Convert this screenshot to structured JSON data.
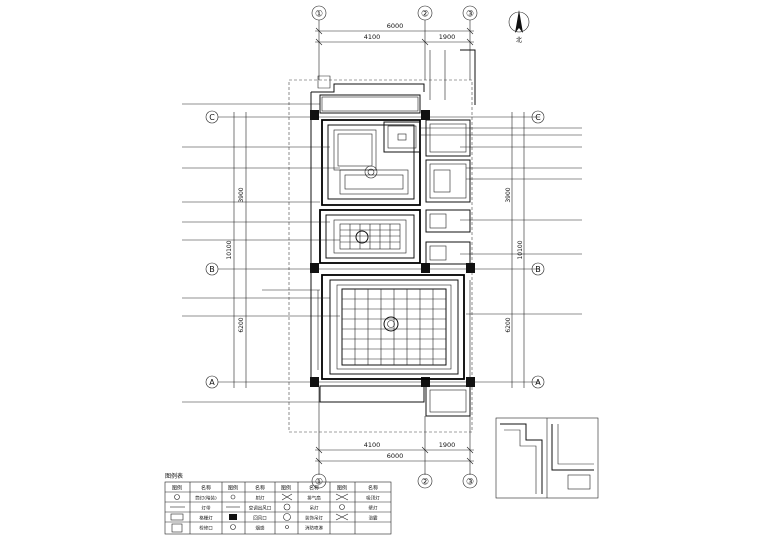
{
  "grid": {
    "axes_top": [
      "①",
      "②",
      "③"
    ],
    "axes_bottom": [
      "①",
      "②",
      "③"
    ],
    "rows_left": [
      "C",
      "B",
      "A"
    ],
    "rows_right": [
      "C",
      "B",
      "A"
    ]
  },
  "dimensions": {
    "top_total": "6000",
    "top_left": "4100",
    "top_right": "1900",
    "bottom_total": "6000",
    "bottom_left": "4100",
    "bottom_right": "1900",
    "left_upper": "3900",
    "left_total": "10100",
    "left_lower": "6200",
    "right_upper": "3900",
    "right_total": "10100",
    "right_lower": "6200"
  },
  "north": "北",
  "legend": {
    "title": "图例表",
    "headers": [
      "图例",
      "名称",
      "图例",
      "名称",
      "图例",
      "名称",
      "图例",
      "名称"
    ],
    "rows": [
      [
        "",
        "筒灯(暗装)",
        "",
        "射灯",
        "",
        "排气扇",
        "",
        "吸顶灯"
      ],
      [
        "",
        "灯带",
        "",
        "空调出风口",
        "",
        "吊灯",
        "",
        "壁灯"
      ],
      [
        "",
        "格栅灯",
        "",
        "回风口",
        "",
        "装饰吊灯",
        "",
        "浴霸"
      ],
      [
        "",
        "检修口",
        "",
        "烟感",
        "",
        "消防喷淋",
        "",
        ""
      ]
    ]
  },
  "colors": {
    "line": "#111111",
    "paper": "#ffffff"
  }
}
